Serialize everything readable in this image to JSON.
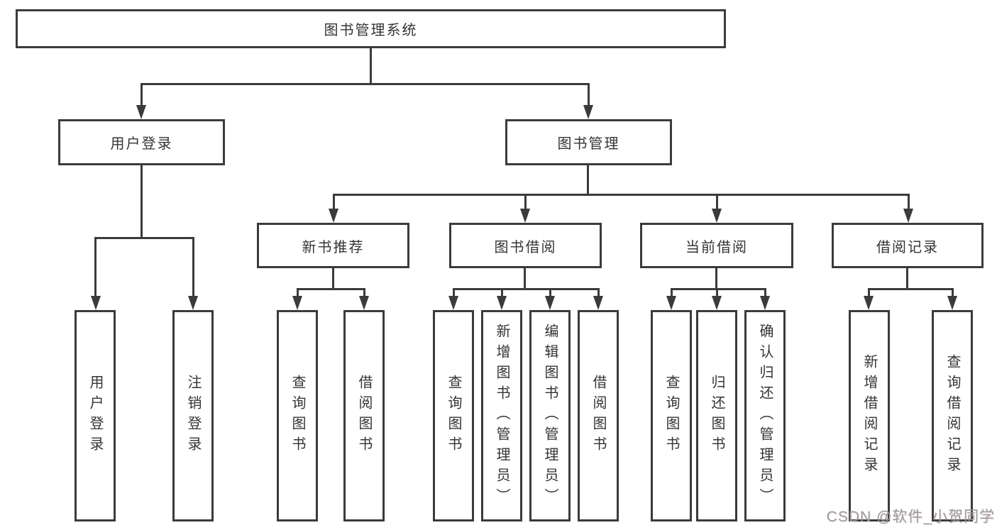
{
  "diagram": {
    "title": "图书管理系统",
    "colors": {
      "line": "#3b3b3b",
      "text": "#343434",
      "background": "#ffffff",
      "watermark": "#9a9a9a"
    },
    "nodes": {
      "root": "图书管理系统",
      "user_login": "用户登录",
      "book_management": "图书管理",
      "user_login_leaf": "用户登录",
      "logout_leaf": "注销登录",
      "new_book_recommend": "新书推荐",
      "book_borrow": "图书借阅",
      "current_borrow": "当前借阅",
      "borrow_records": "借阅记录",
      "rec_query_books": "查询图书",
      "rec_borrow_books": "借阅图书",
      "bor_query_books": "查询图书",
      "bor_add_books": "新增图书（管理员）",
      "bor_edit_books": "编辑图书（管理员）",
      "bor_borrow_books": "借阅图书",
      "cur_query_books": "查询图书",
      "cur_return_books": "归还图书",
      "cur_confirm_return": "确认归还（管理员）",
      "rcd_add_record": "新增借阅记录",
      "rcd_query_record": "查询借阅记录"
    }
  },
  "watermark": {
    "text": "CSDN @软件_小贺同学"
  }
}
